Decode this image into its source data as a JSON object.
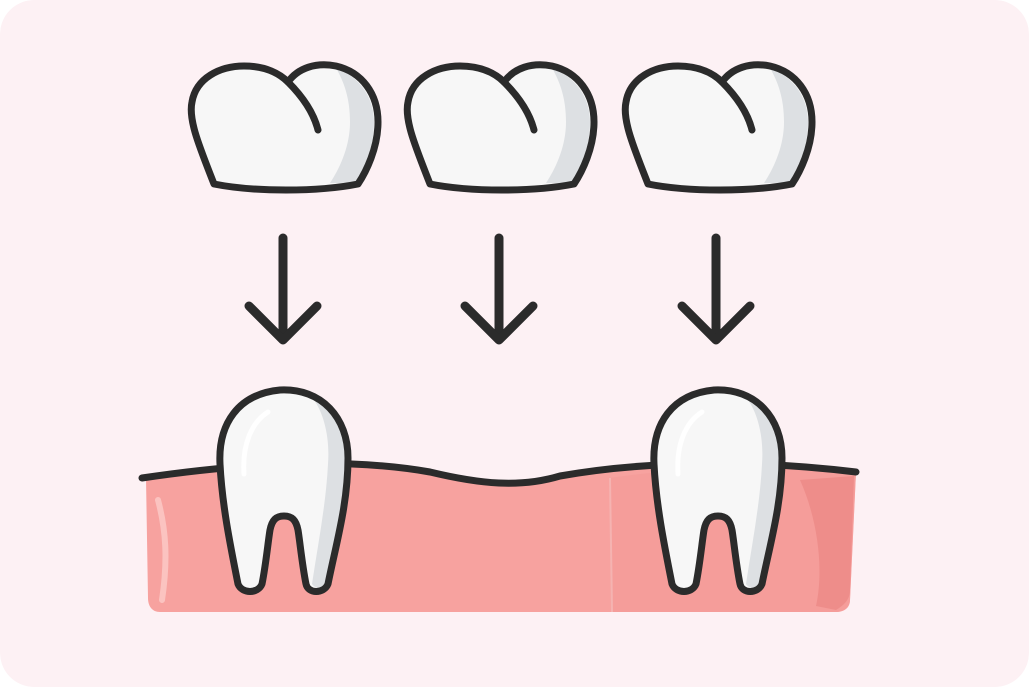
{
  "diagram": {
    "subject": "dental bridge",
    "crowns": [
      {
        "name": "crown-left"
      },
      {
        "name": "crown-middle"
      },
      {
        "name": "crown-right"
      }
    ],
    "arrows": [
      {
        "name": "arrow-left",
        "direction": "down"
      },
      {
        "name": "arrow-middle",
        "direction": "down"
      },
      {
        "name": "arrow-right",
        "direction": "down"
      }
    ],
    "abutment_teeth": [
      {
        "name": "abutment-tooth-left"
      },
      {
        "name": "abutment-tooth-right"
      }
    ],
    "gap": "missing-tooth-gap"
  },
  "colors": {
    "background": "#fdf1f4",
    "outline": "#2b2b2b",
    "tooth_fill": "#f7f7f7",
    "tooth_shadow": "#dde0e3",
    "gum_fill": "#f7a29f",
    "gum_shadow": "#ee8d8a",
    "gum_highlight": "#fbc3c0"
  }
}
